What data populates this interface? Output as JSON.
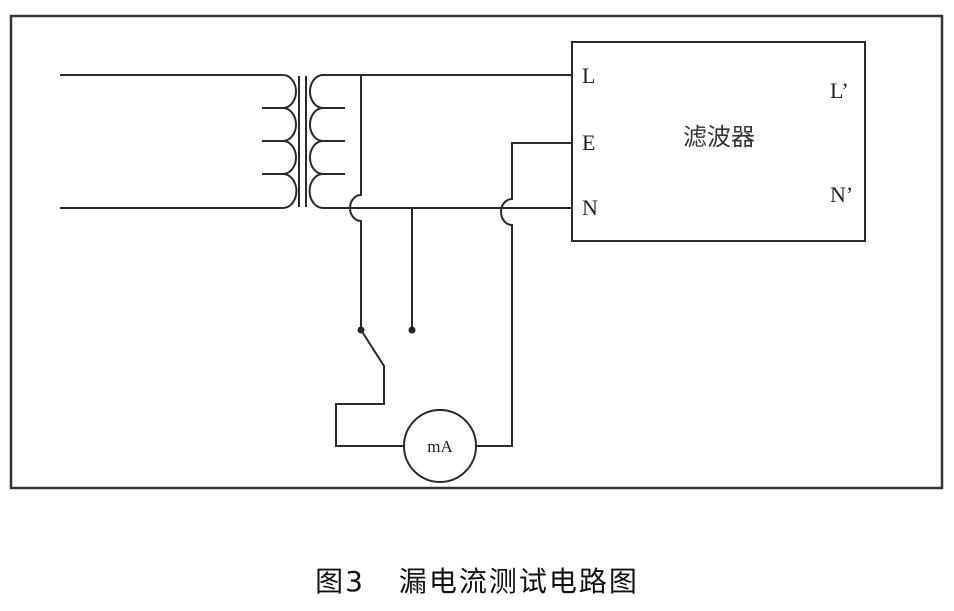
{
  "diagram": {
    "title": "漏电流测试电路图",
    "figure_label": "图3",
    "filter_box": {
      "label": "滤波器",
      "input_pins": [
        "L",
        "E",
        "N"
      ],
      "output_pins": [
        "L’",
        "N’"
      ]
    },
    "meter": {
      "label": "mA"
    },
    "components": [
      "transformer",
      "switch",
      "milliammeter",
      "filter"
    ]
  }
}
